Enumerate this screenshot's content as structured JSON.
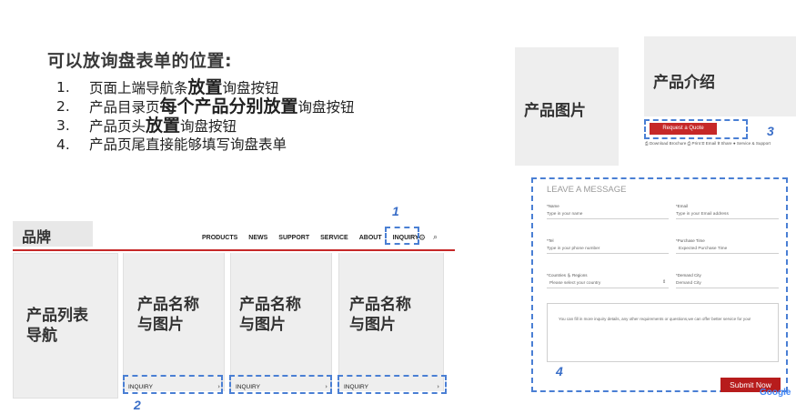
{
  "heading": "可以放询盘表单的位置:",
  "list": [
    {
      "num": "1.",
      "parts": [
        {
          "t": "页面上端导航条",
          "big": false
        },
        {
          "t": "放置",
          "big": true
        },
        {
          "t": "询盘按钮",
          "big": false
        }
      ]
    },
    {
      "num": "2.",
      "parts": [
        {
          "t": "产品目录页",
          "big": false
        },
        {
          "t": "每个产品分别放置",
          "big": true
        },
        {
          "t": "询盘按钮",
          "big": false
        }
      ]
    },
    {
      "num": "3.",
      "parts": [
        {
          "t": "产品页头",
          "big": false
        },
        {
          "t": "放置",
          "big": true
        },
        {
          "t": "询盘按钮",
          "big": false
        }
      ]
    },
    {
      "num": "4.",
      "parts": [
        {
          "t": "产品页尾直接能够填写询盘表单",
          "big": false
        }
      ]
    }
  ],
  "category_page": {
    "brand": "品牌",
    "nav_items": [
      "PRODUCTS",
      "NEWS",
      "SUPPORT",
      "SERVICE",
      "ABOUT",
      "INQUIRY"
    ],
    "category_nav": "产品列表\n导航",
    "cards": [
      {
        "title": "产品名称\n与图片",
        "inquiry": "INQUIRY",
        "arrow": "›"
      },
      {
        "title": "产品名称\n与图片",
        "inquiry": "INQUIRY",
        "arrow": "›"
      },
      {
        "title": "产品名称\n与图片",
        "inquiry": "INQUIRY",
        "arrow": "›"
      }
    ]
  },
  "product_page": {
    "picture": "产品图片",
    "intro": "产品介绍",
    "quote_button": "Request a Quote",
    "tools": "⎙ Download Brochure   ⎙ Print   ✉ Email   ⇧ Share   ● Service & Support"
  },
  "form": {
    "title": "LEAVE A MESSAGE",
    "fields": [
      {
        "label": "*Name",
        "placeholder": "Type in your name"
      },
      {
        "label": "*Email",
        "placeholder": "Type in your Email address"
      },
      {
        "label": "*Tel",
        "placeholder": "Type in your phone number"
      },
      {
        "label": "*Purchase Time",
        "placeholder": "Expected Purchase Time"
      },
      {
        "label": "*Countries ＆ Regions",
        "placeholder": "Please select your country"
      },
      {
        "label": "*Demand City",
        "placeholder": "Demand City"
      }
    ],
    "message_placeholder": "You can fill in more inquiry details, any other requirements or questions,we can offer better service for you!",
    "submit": "Submit Now",
    "google": "Google"
  },
  "markers": [
    "1",
    "2",
    "3",
    "4"
  ],
  "colors": {
    "accent_red": "#c62828",
    "dash_blue": "#4a7fd4",
    "placeholder_gray": "#eeeeee"
  }
}
